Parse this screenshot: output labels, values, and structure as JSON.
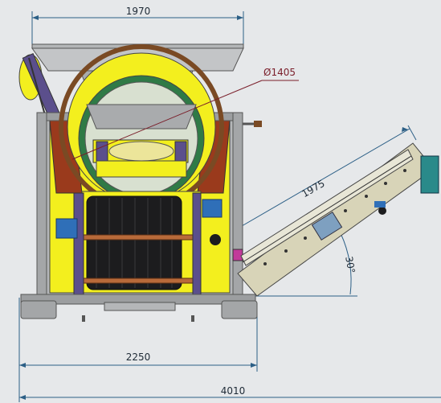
{
  "dimensions": {
    "top_width": "1970",
    "drum_diameter": "Ø1405",
    "conveyor_length": "1975",
    "conveyor_angle": "30°",
    "base_width": "2250",
    "total_length": "4010"
  },
  "colors": {
    "background": "#e6e8ea",
    "frame_grey": "#b4b6b8",
    "machine_yellow": "#f3ef1e",
    "drum_brown": "#7a4a24",
    "rust_red": "#9a3a1c",
    "dim_blue": "#2c5f86",
    "dim_text": "#1e2a36",
    "leader_red": "#7a1e2a",
    "rubber_black": "#1c1c1e",
    "conveyor_tan": "#d8d4b8",
    "teal": "#2a8a8a"
  }
}
